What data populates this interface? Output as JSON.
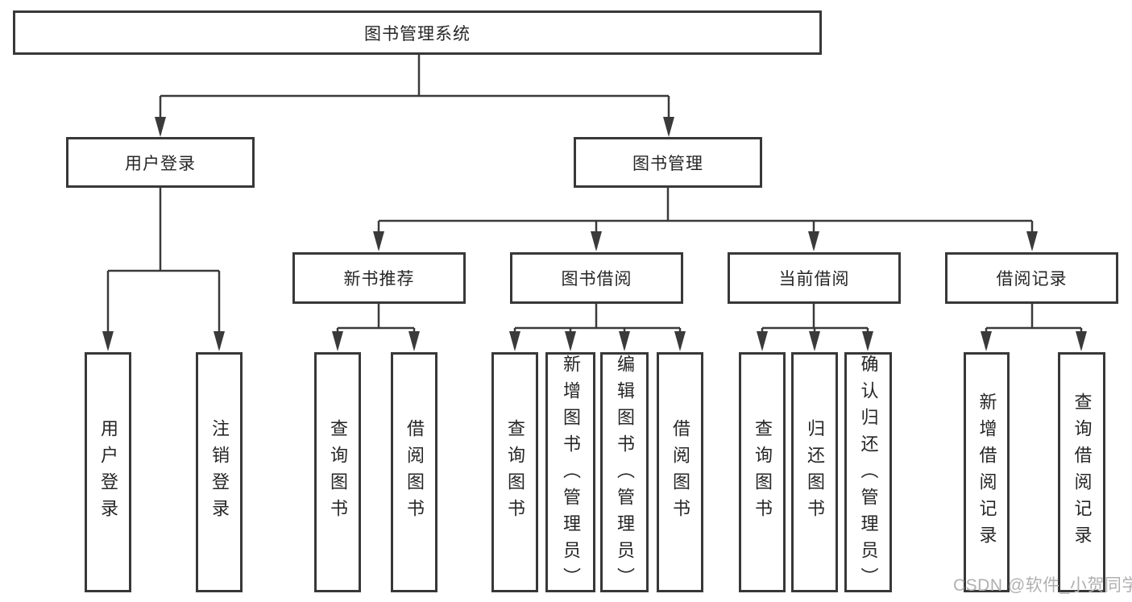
{
  "diagram": {
    "title": "图书管理系统",
    "branches": {
      "user_login": {
        "label": "用户登录",
        "children": [
          "用户登录",
          "注销登录"
        ]
      },
      "book_mgmt": {
        "label": "图书管理",
        "sections": {
          "new_book_recommend": {
            "label": "新书推荐",
            "children": [
              "查询图书",
              "借阅图书"
            ]
          },
          "book_borrow": {
            "label": "图书借阅",
            "children": [
              "查询图书",
              "新增图书（管理员）",
              "编辑图书（管理员）",
              "借阅图书"
            ]
          },
          "current_borrow": {
            "label": "当前借阅",
            "children": [
              "查询图书",
              "归还图书",
              "确认归还（管理员）"
            ]
          },
          "borrow_records": {
            "label": "借阅记录",
            "children": [
              "新增借阅记录",
              "查询借阅记录"
            ]
          }
        }
      }
    }
  },
  "watermark": "CSDN @软件_小贺同学",
  "colors": {
    "line": "#3a3a3a",
    "box_border": "#383838",
    "text": "#262626",
    "watermark": "#b0b0b0",
    "background": "#ffffff"
  }
}
